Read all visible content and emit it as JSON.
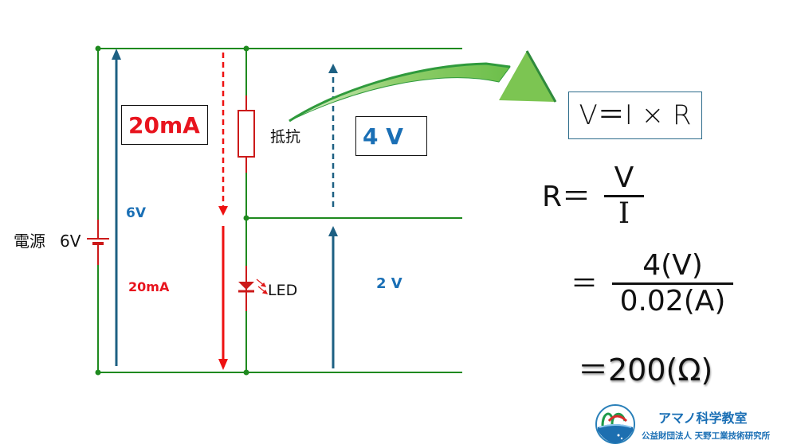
{
  "labels": {
    "power_source": "電源",
    "power_voltage": "6V",
    "resistor": "抵抗",
    "led": "LED",
    "current_box": "20mA",
    "voltage_box": "4 V",
    "total_voltage": "6V",
    "current_small": "20mA",
    "led_voltage": "2 V"
  },
  "equations": {
    "ohms_law": "V＝I × R",
    "r_lhs": "R＝",
    "r_num": "V",
    "r_den": "I",
    "eq2_prefix": "＝",
    "eq2_num": "4(V)",
    "eq2_den": "0.02(A)",
    "eq3": "＝200(Ω)"
  },
  "logo": {
    "title": "アマノ科学教室",
    "subtitle": "公益財団法人 天野工業技術研究所"
  },
  "colors": {
    "wire": "#1f8a1f",
    "component": "#cc1a1a",
    "current_arrow": "#ee1111",
    "voltage_arrow": "#1d6083",
    "voltage_text": "#1a6fb5",
    "current_text": "#e8141e",
    "callout_arrow": "#6cbf4a"
  }
}
